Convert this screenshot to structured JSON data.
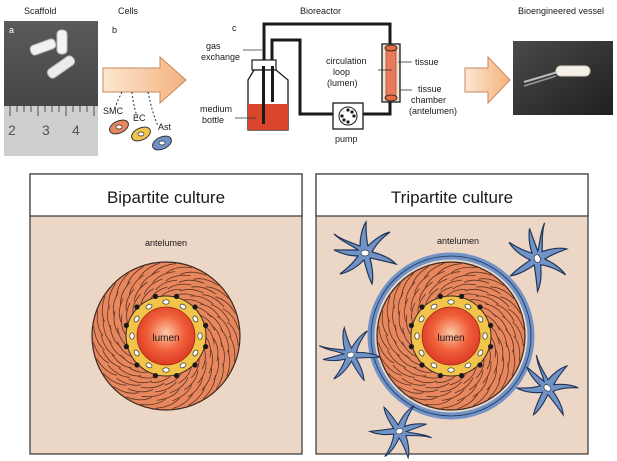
{
  "top": {
    "scaffold": {
      "heading": "Scaffold",
      "letter": "a",
      "ruler": [
        "2",
        "3",
        "4"
      ]
    },
    "cells": {
      "heading": "Cells",
      "letter": "b",
      "smc": "SMC",
      "ec": "EC",
      "ast": "Ast"
    },
    "bioreactor": {
      "heading": "Bioreactor",
      "letter": "c",
      "gas": "gas",
      "exchange": "exchange",
      "medium": "medium",
      "bottle": "bottle",
      "pump": "pump",
      "circ1": "circulation",
      "circ2": "loop",
      "circ3": "(lumen)",
      "tissue": "tissue",
      "chamber1": "tissue",
      "chamber2": "chamber",
      "chamber3": "(antelumen)"
    },
    "vessel": {
      "heading": "Bioengineered vessel"
    }
  },
  "panels": {
    "bipartite": {
      "title": "Bipartite culture",
      "antelumen": "antelumen",
      "lumen": "lumen"
    },
    "tripartite": {
      "title": "Tripartite culture",
      "antelumen": "antelumen",
      "lumen": "lumen"
    }
  },
  "colors": {
    "smc": "#e8865e",
    "ec": "#f2c54a",
    "ast": "#7092c6",
    "lumen": "#e8402b",
    "panel_bg": "#ecd6c6",
    "medium": "#d8452b"
  }
}
